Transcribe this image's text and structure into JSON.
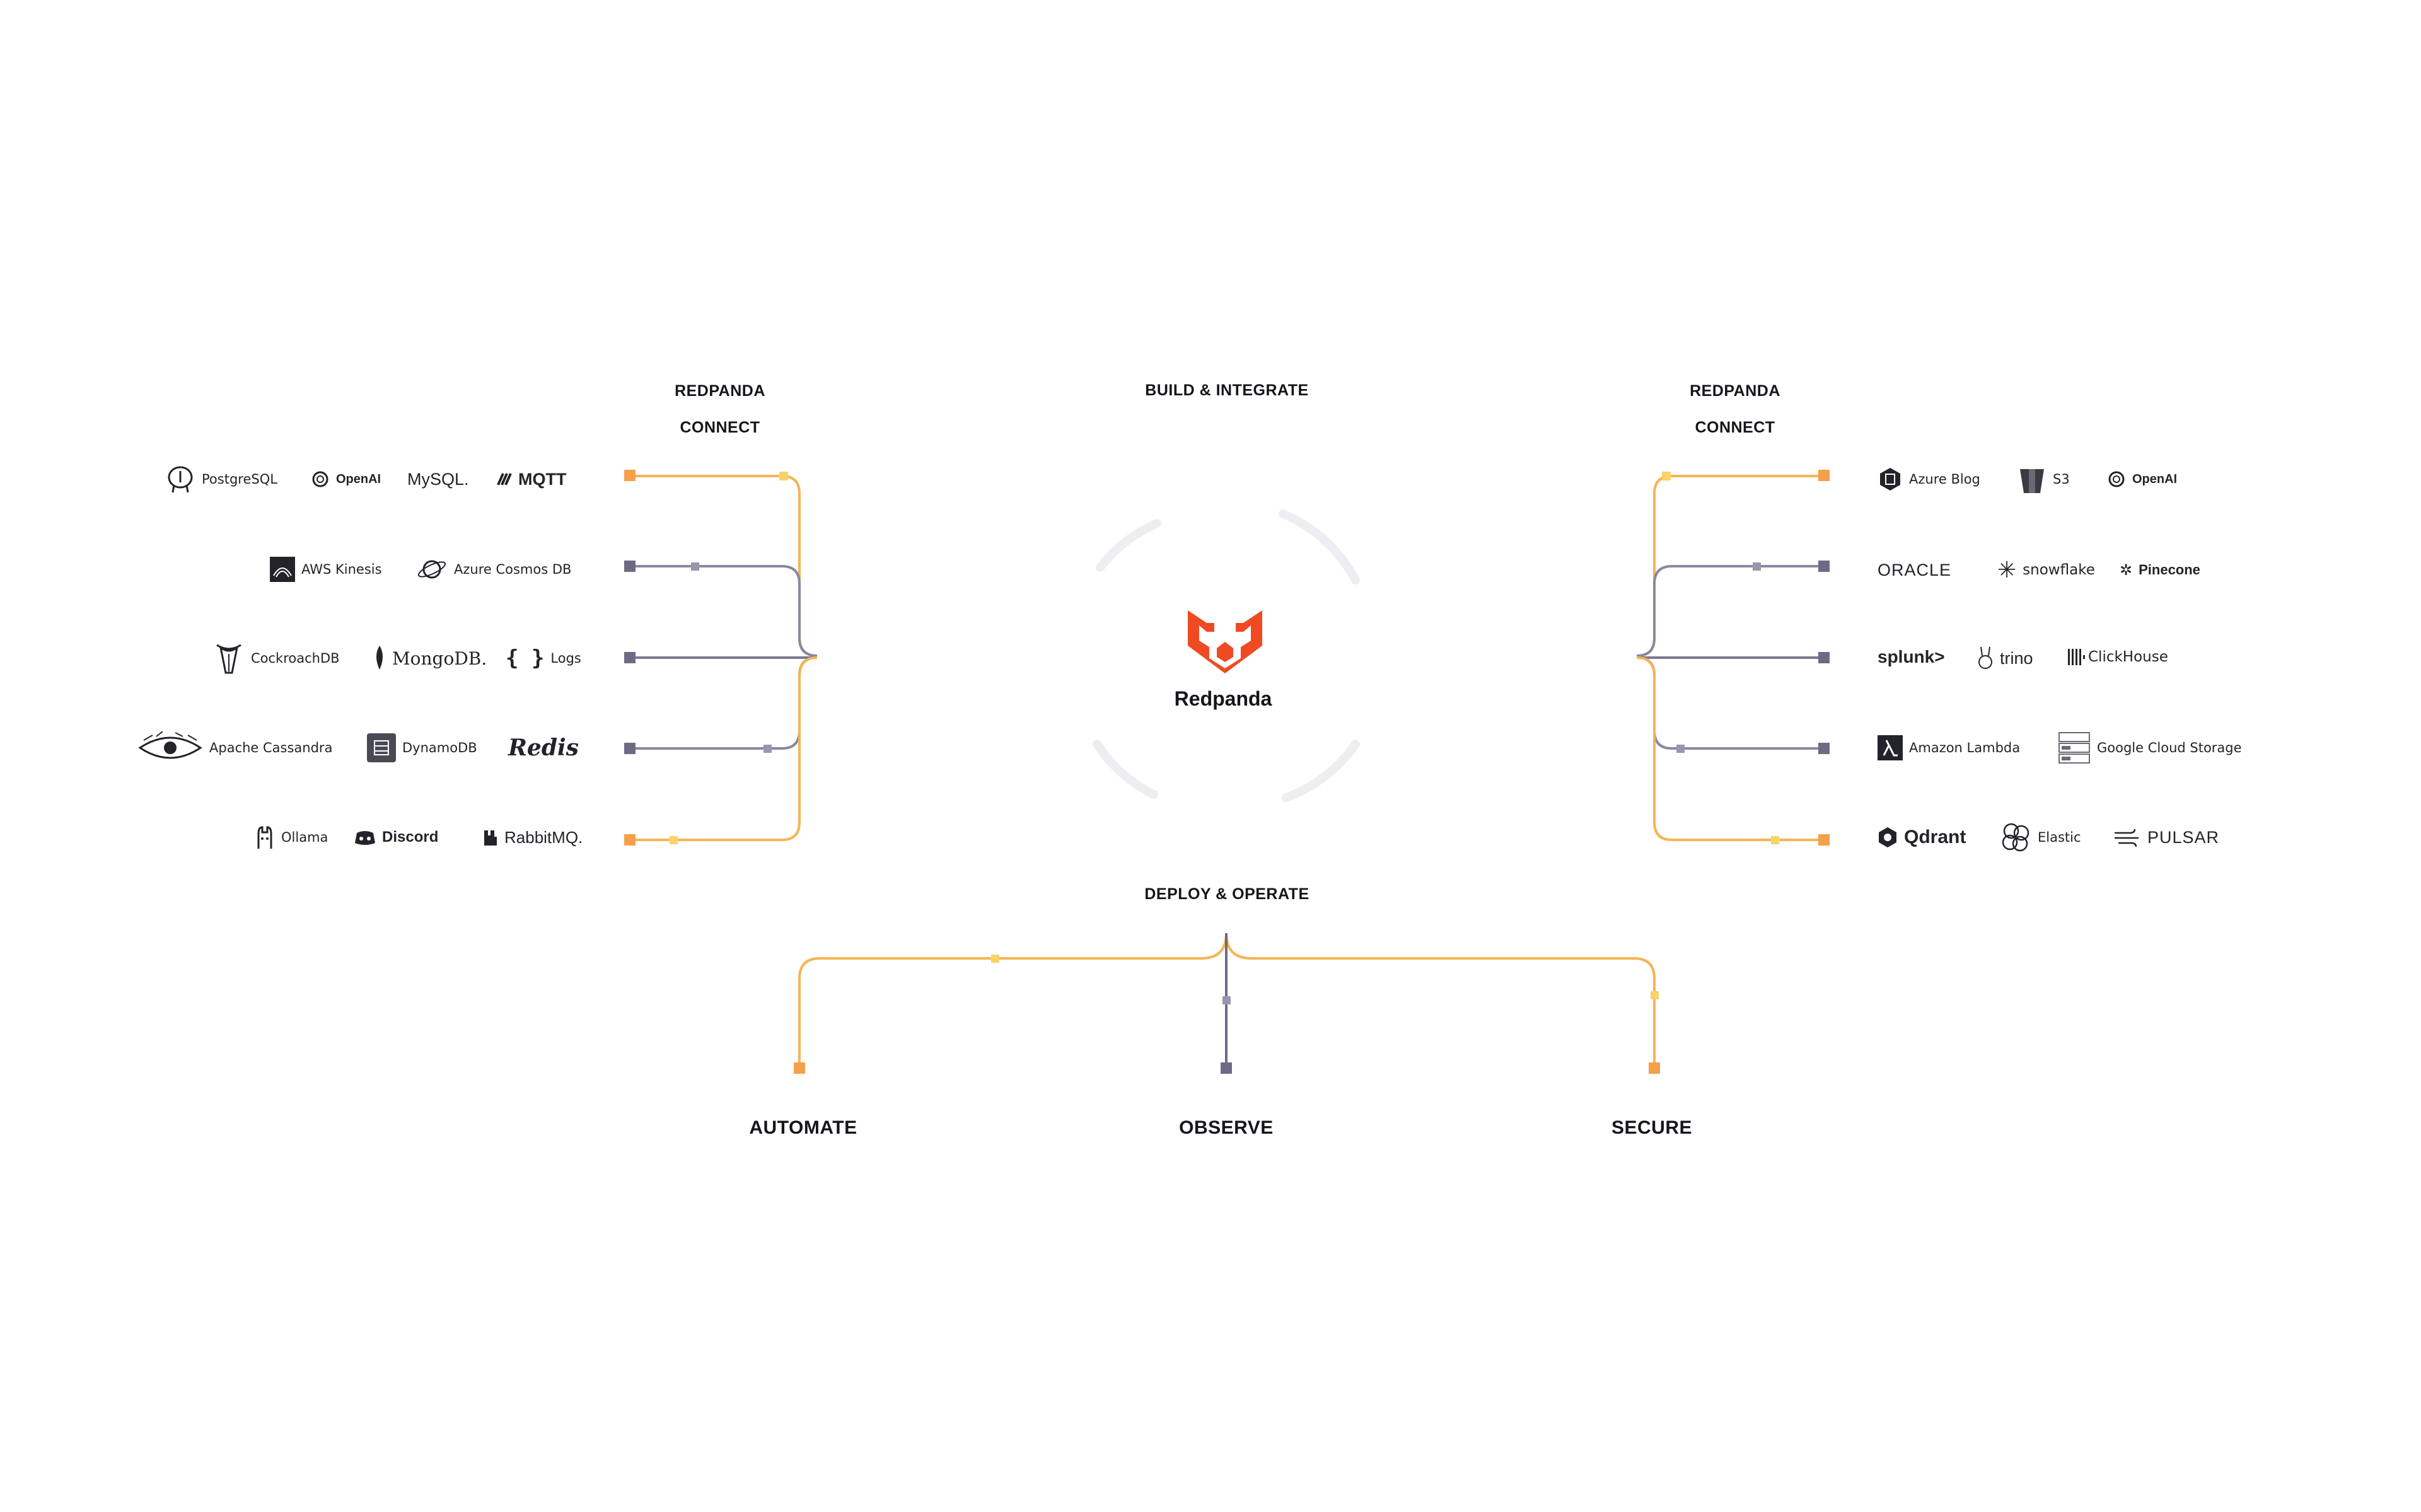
{
  "headers": {
    "left_connect": [
      "REDPANDA",
      "CONNECT"
    ],
    "right_connect": [
      "REDPANDA",
      "CONNECT"
    ],
    "build": "BUILD & INTEGRATE",
    "deploy": "DEPLOY & OPERATE"
  },
  "center": {
    "name": "Redpanda"
  },
  "bottom": {
    "automate": "AUTOMATE",
    "observe": "OBSERVE",
    "secure": "SECURE"
  },
  "left_rows": [
    [
      "PostgreSQL",
      "OpenAI",
      "MySQL.",
      "MQTT"
    ],
    [
      "AWS Kinesis",
      "Azure Cosmos DB"
    ],
    [
      "CockroachDB",
      "MongoDB.",
      "Logs"
    ],
    [
      "Apache Cassandra",
      "DynamoDB",
      "Redis"
    ],
    [
      "Ollama",
      "Discord",
      "RabbitMQ."
    ]
  ],
  "right_rows": [
    [
      "Azure Blog",
      "S3",
      "OpenAI"
    ],
    [
      "ORACLE",
      "snowflake",
      "Pinecone"
    ],
    [
      "splunk>",
      "trino",
      "ClickHouse"
    ],
    [
      "Amazon Lambda",
      "Google Cloud Storage"
    ],
    [
      "Qdrant",
      "Elastic",
      "PULSAR"
    ]
  ],
  "colors": {
    "orange": "#f5a04a",
    "yellow": "#f8d36a",
    "slate": "#7a7890",
    "brand": "#ef4a23"
  },
  "icons": {
    "postgresql": "elephant-icon",
    "openai": "openai-knot-icon",
    "mqtt": "signal-icon",
    "kinesis": "kinesis-icon",
    "cosmos": "planet-icon",
    "cockroach": "cockroach-icon",
    "mongodb": "leaf-icon",
    "logs": "braces-icon",
    "cassandra": "eye-icon",
    "dynamodb": "database-icon",
    "ollama": "llama-icon",
    "discord": "gamepad-icon",
    "rabbitmq": "rabbit-icon",
    "azure_blob": "blob-icon",
    "s3": "bucket-icon",
    "snowflake": "snowflake-icon",
    "pinecone": "pinecone-icon",
    "trino": "bunny-icon",
    "clickhouse": "bars-icon",
    "lambda": "lambda-icon",
    "gcs": "storage-icon",
    "qdrant": "hexagon-icon",
    "elastic": "flower-icon",
    "pulsar": "wind-icon",
    "redpanda": "redpanda-logo-icon"
  }
}
